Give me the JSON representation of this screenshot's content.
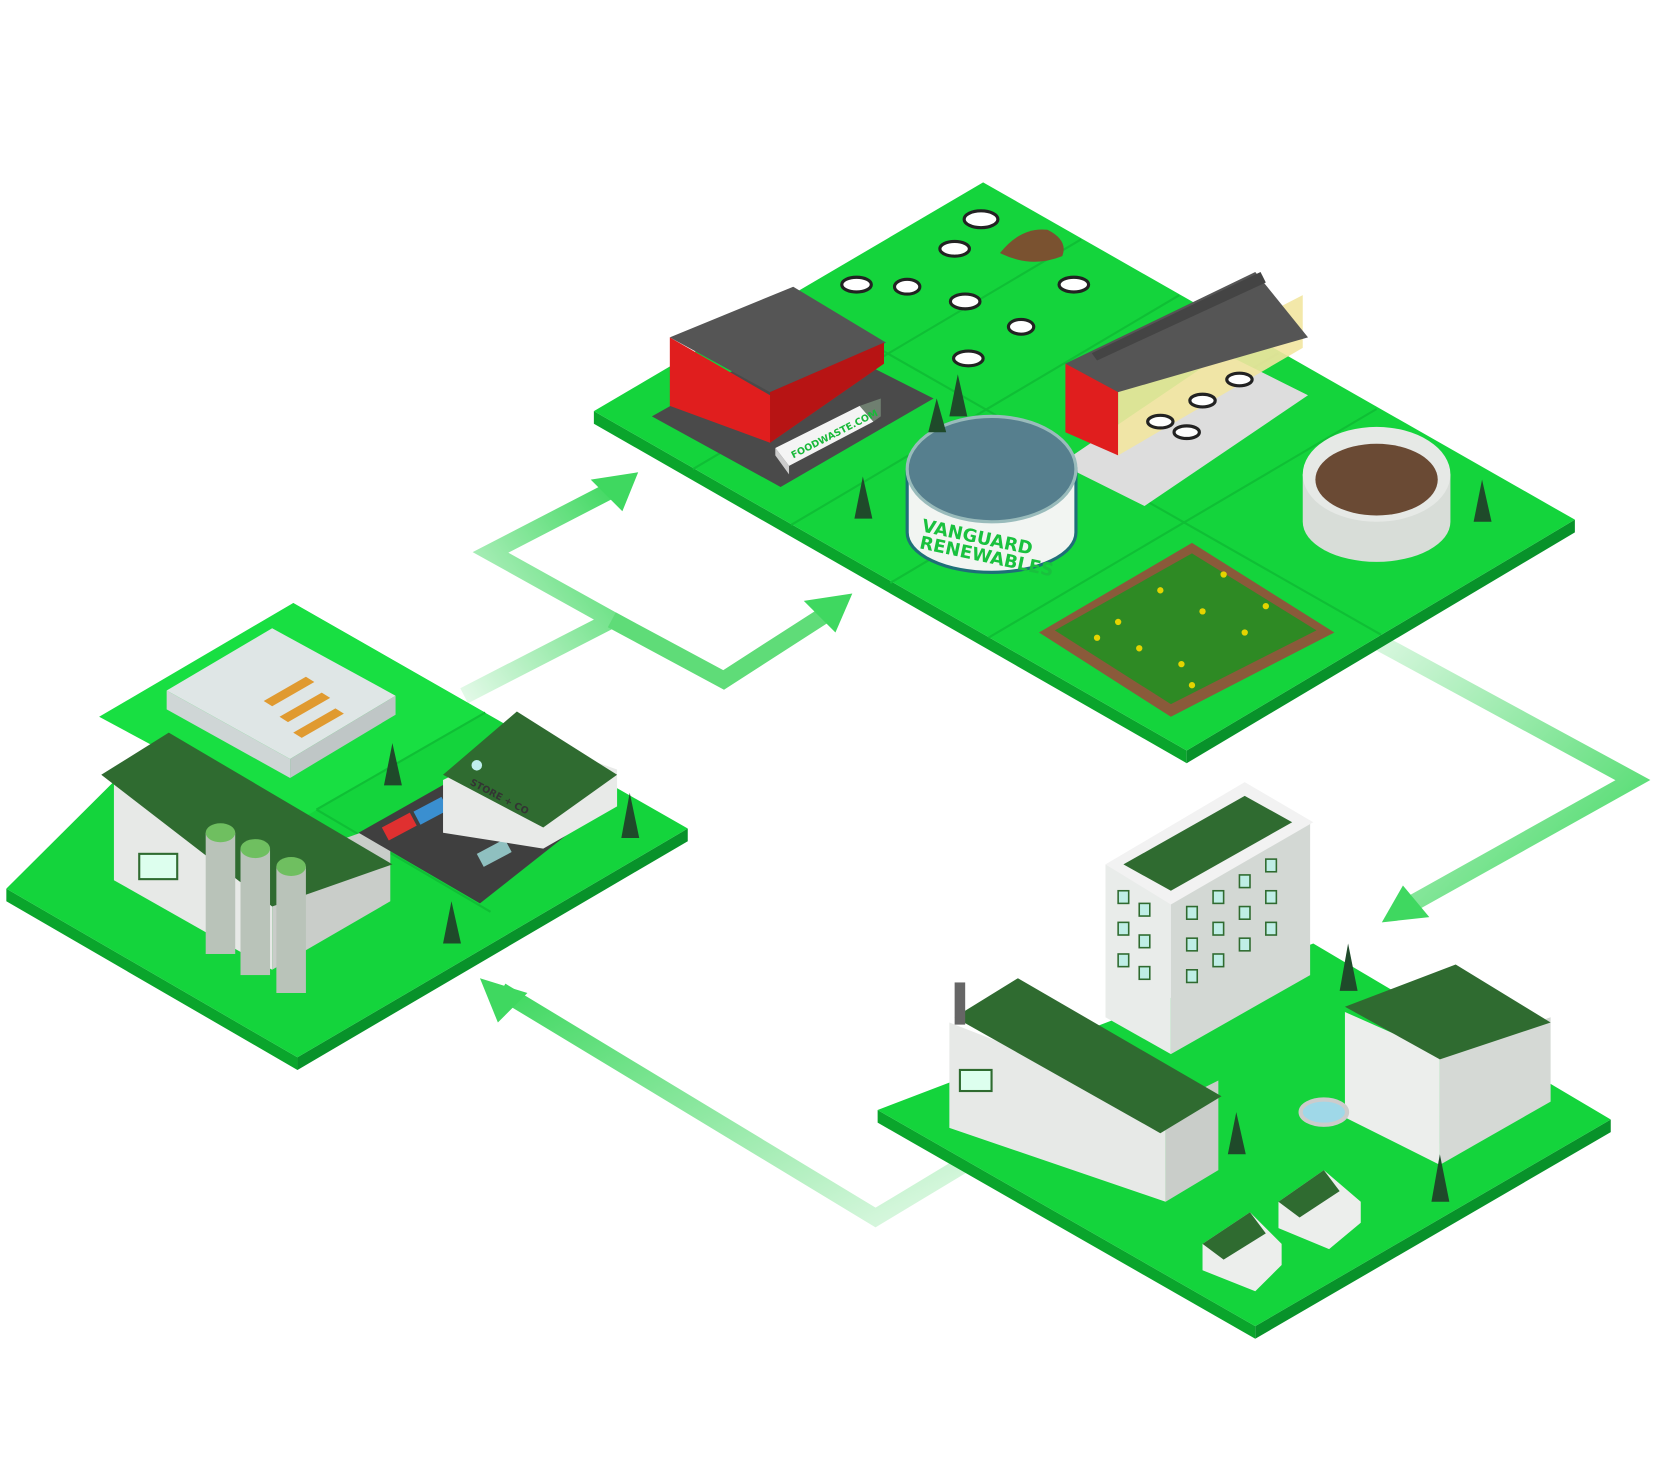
{
  "labels": {
    "truck": "FOODWASTE.COM",
    "digester_line1": "VANGUARD",
    "digester_line2": "RENEWABLES",
    "store": "STORE + CO"
  },
  "colors": {
    "grass": "#14d43c",
    "grass_side": "#0aa52c",
    "arrow": "#3fd860",
    "roof_dark": "#2f6b30",
    "barn_red": "#e01e1e"
  }
}
